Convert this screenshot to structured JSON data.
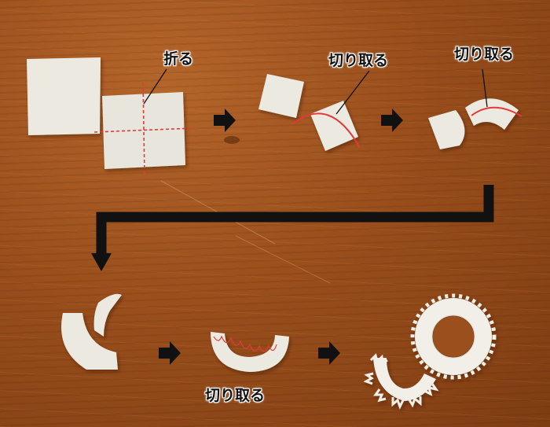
{
  "labels": {
    "fold": "折る",
    "cut_1": "切り取る",
    "cut_2": "切り取る",
    "cut_3": "切り取る"
  },
  "colors": {
    "guide_line": "#e23a3a",
    "arrow": "#111111",
    "paper": "#ece9e0"
  },
  "icons": [
    "arrow-right-icon",
    "arrow-right-icon",
    "arrow-right-icon",
    "arrow-right-icon",
    "elbow-arrow-down-icon"
  ]
}
